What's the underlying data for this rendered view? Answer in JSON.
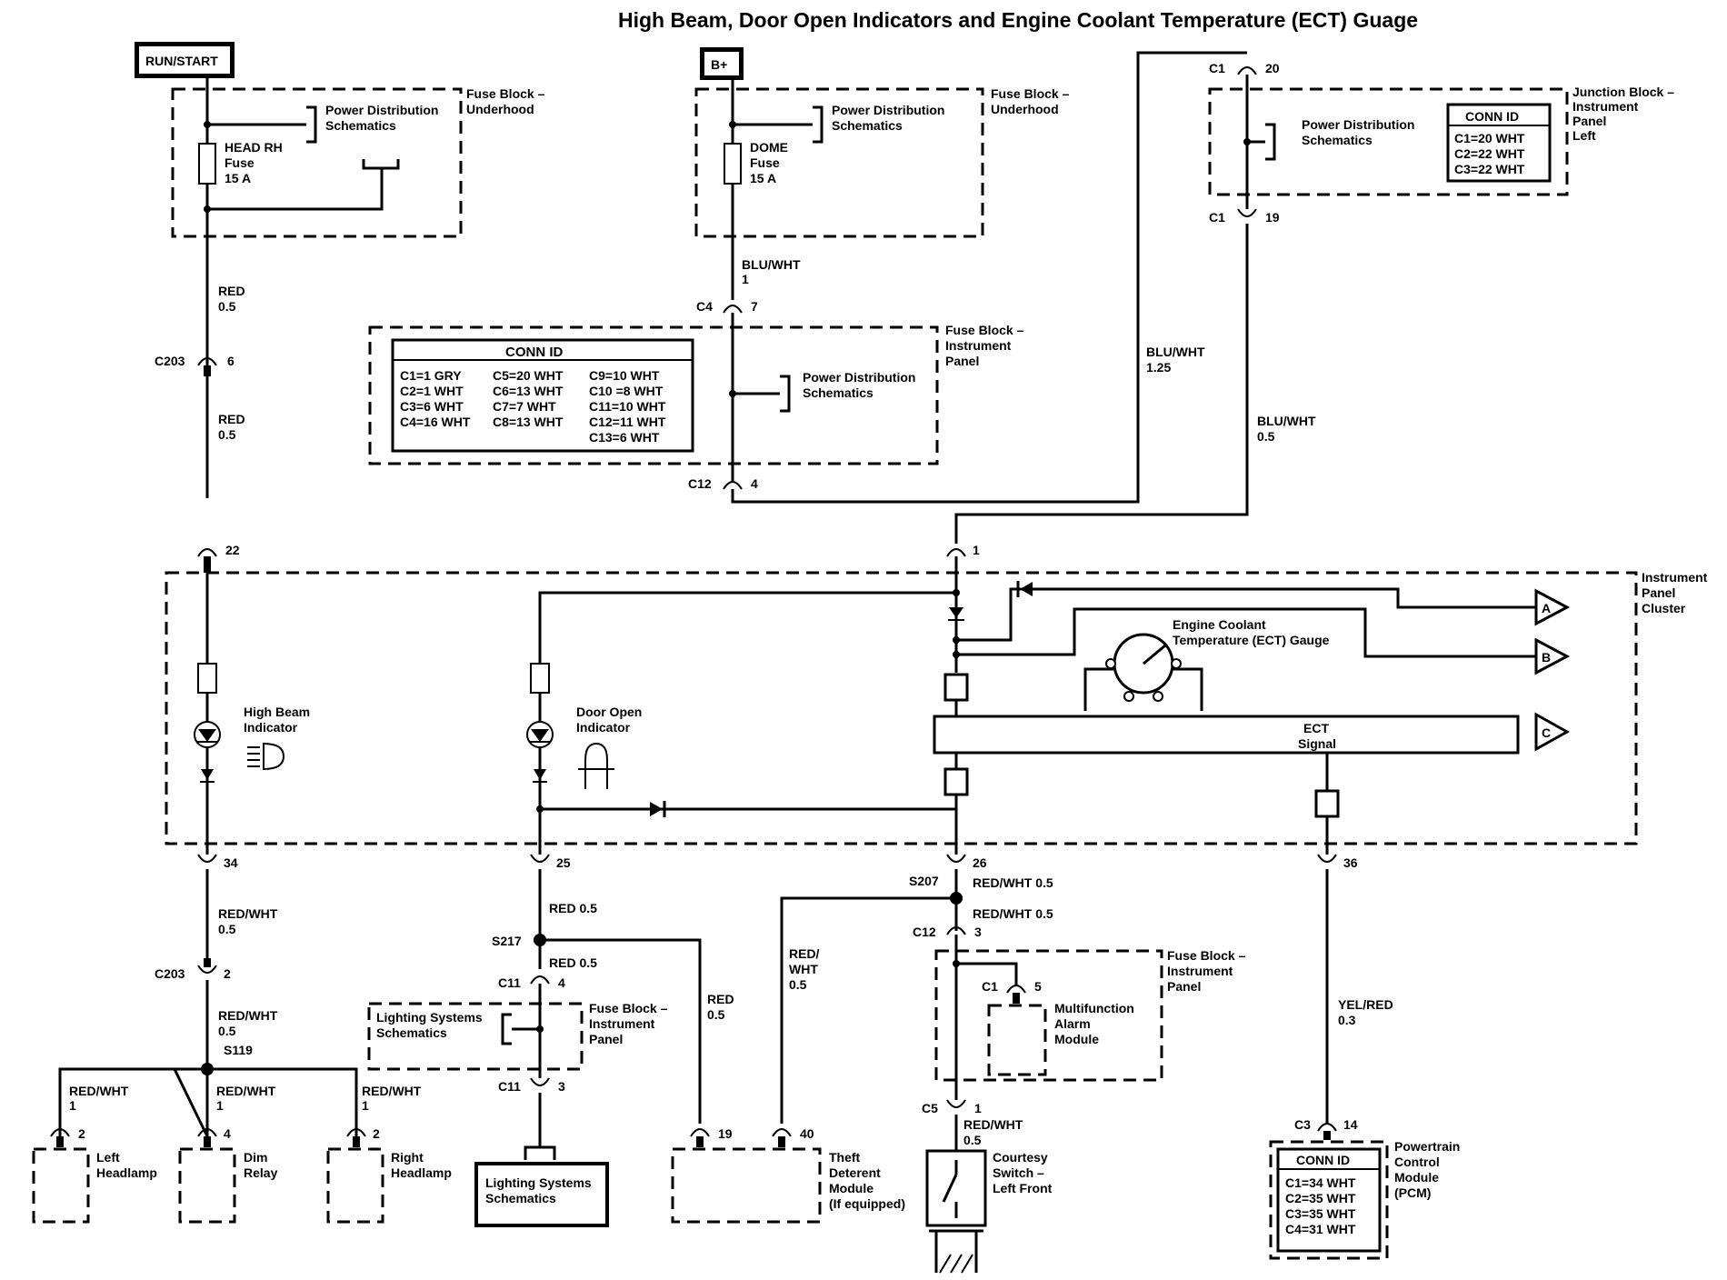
{
  "title": "High Beam, Door Open Indicators and Engine Coolant Temperature (ECT) Guage",
  "sources": {
    "run_start": "RUN/START",
    "b_plus": "B+"
  },
  "blocks": {
    "fb_uh_l": [
      "Fuse Block –",
      "Underhood"
    ],
    "fb_uh_m": [
      "Fuse Block –",
      "Underhood"
    ],
    "jb": [
      "Junction Block –",
      "Instrument",
      "Panel",
      "Left"
    ],
    "fb_ip": [
      "Fuse Block –",
      "Instrument",
      "Panel"
    ],
    "ipc": [
      "Instrument",
      "Panel",
      "Cluster"
    ],
    "fb_ip2": [
      "Fuse Block –",
      "Instrument",
      "Panel"
    ],
    "fb_ip3": [
      "Fuse Block –",
      "Instrument",
      "Panel"
    ]
  },
  "refs": {
    "pds": [
      "Power Distribution",
      "Schematics"
    ],
    "lighting": [
      "Lighting Systems",
      "Schematics"
    ]
  },
  "fuses": {
    "head_rh": [
      "HEAD RH",
      "Fuse",
      "15 A"
    ],
    "dome": [
      "DOME",
      "Fuse",
      "15 A"
    ]
  },
  "conn_ids": {
    "jb": {
      "header": "CONN ID",
      "lines": [
        "C1=20 WHT",
        "C2=22 WHT",
        "C3=22 WHT"
      ]
    },
    "fb_ip": {
      "header": "CONN ID",
      "col1": [
        "C1=1 GRY",
        "C2=1 WHT",
        "C3=6 WHT",
        "C4=16 WHT"
      ],
      "col2": [
        "C5=20 WHT",
        "C6=13 WHT",
        "C7=7 WHT",
        "C8=13 WHT"
      ],
      "col3": [
        "C9=10 WHT",
        "C10 =8 WHT",
        "C11=10 WHT",
        "C12=11 WHT",
        "C13=6 WHT"
      ]
    },
    "pcm": {
      "header": "CONN ID",
      "lines": [
        "C1=34 WHT",
        "C2=35 WHT",
        "C3=35 WHT",
        "C4=31 WHT"
      ]
    }
  },
  "wires": {
    "red_05": [
      "RED",
      "0.5"
    ],
    "blu_wht_1": [
      "BLU/WHT",
      "1"
    ],
    "blu_wht_125": [
      "BLU/WHT",
      "1.25"
    ],
    "blu_wht_05": [
      "BLU/WHT",
      "0.5"
    ],
    "red_wht_05": [
      "RED/WHT",
      "0.5"
    ],
    "red_wht_1": [
      "RED/WHT",
      "1"
    ],
    "red_05_inline": "RED 0.5",
    "red_wht_05_inline": "RED/WHT 0.5",
    "red_wht_slash": [
      "RED/",
      "WHT",
      "0.5"
    ],
    "yel_red": [
      "YEL/RED",
      "0.3"
    ]
  },
  "connectors": {
    "c203": "C203",
    "c4": "C4",
    "c12": "C12",
    "c1": "C1",
    "c11": "C11",
    "c5": "C5",
    "c3": "C3",
    "p6": "6",
    "p7": "7",
    "p4": "4",
    "p20": "20",
    "p19": "19",
    "p22": "22",
    "p1": "1",
    "p34": "34",
    "p25": "25",
    "p26": "26",
    "p36": "36",
    "p2": "2",
    "p3": "3",
    "p5": "5",
    "p14": "14",
    "p40": "40"
  },
  "splices": {
    "s119": "S119",
    "s217": "S217",
    "s207": "S207"
  },
  "components": {
    "high_beam": [
      "High Beam",
      "Indicator"
    ],
    "door_open": [
      "Door Open",
      "Indicator"
    ],
    "ect_gauge": [
      "Engine Coolant",
      "Temperature (ECT) Gauge"
    ],
    "ect_signal": [
      "ECT",
      "Signal"
    ],
    "left_headlamp": [
      "Left",
      "Headlamp"
    ],
    "dim_relay": [
      "Dim",
      "Relay"
    ],
    "right_headlamp": [
      "Right",
      "Headlamp"
    ],
    "theft": [
      "Theft",
      "Deterent",
      "Module",
      "(If equipped)"
    ],
    "courtesy": [
      "Courtesy",
      "Switch –",
      "Left Front"
    ],
    "mam": [
      "Multifunction",
      "Alarm",
      "Module"
    ],
    "pcm": [
      "Powertrain",
      "Control",
      "Module",
      "(PCM)"
    ]
  },
  "offpage": [
    "A",
    "B",
    "C"
  ],
  "icons": [
    "headlamp-beam-icon",
    "car-door-icon",
    "led-icon",
    "diode-icon",
    "gauge-icon",
    "ground-icon",
    "switch-icon"
  ]
}
